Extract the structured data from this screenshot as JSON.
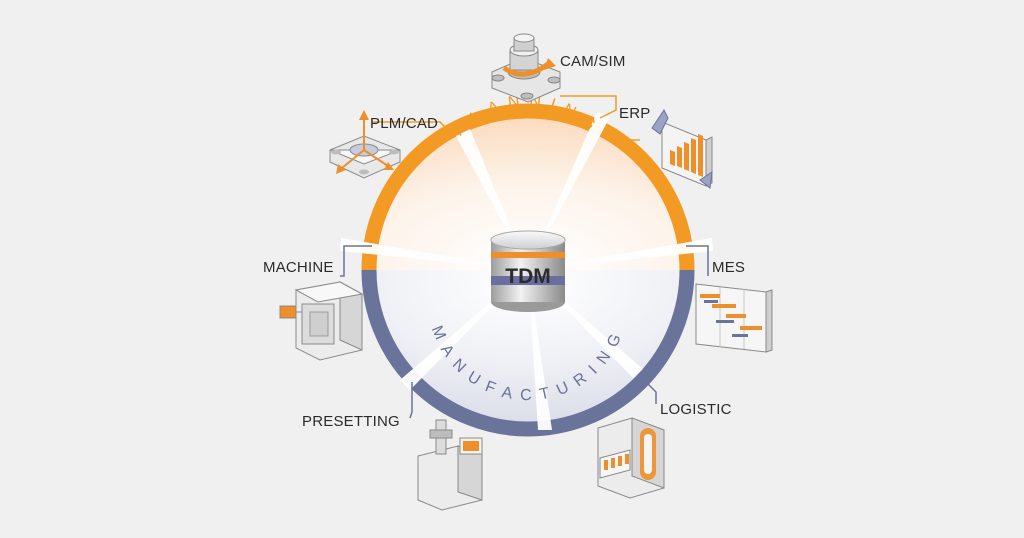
{
  "hub": {
    "label": "TDM"
  },
  "arcs": {
    "planning": "PLANNING",
    "manufacturing": "MANUFACTURING"
  },
  "nodes": {
    "cam_sim": "CAM/SIM",
    "plm_cad": "PLM/CAD",
    "erp": "ERP",
    "machine": "MACHINE",
    "mes": "MES",
    "presetting": "PRESETTING",
    "logistic": "LOGISTIC"
  },
  "colors": {
    "planning": "#f39a24",
    "manufacturing": "#6a739a",
    "background": "#f0f0f0"
  },
  "icons": {
    "cam_sim": "tool-holder-icon",
    "plm_cad": "cad-part-icon",
    "erp": "bar-chart-icon",
    "machine": "machining-center-icon",
    "mes": "gantt-board-icon",
    "presetting": "presetter-icon",
    "logistic": "tool-cabinet-icon",
    "hub": "database-icon"
  }
}
